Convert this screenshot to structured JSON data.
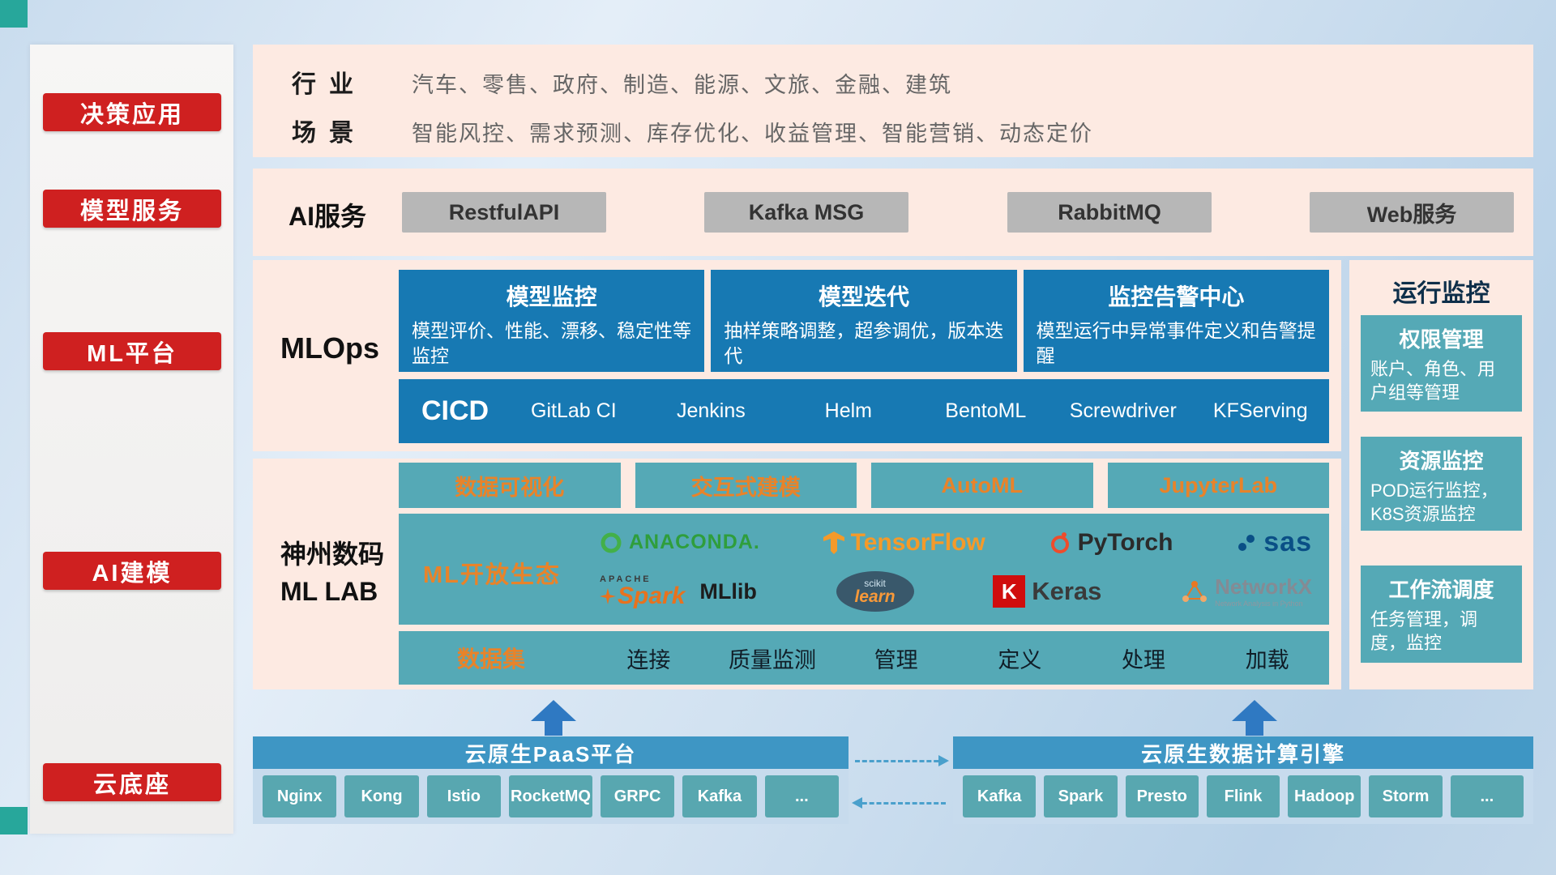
{
  "sidebar": {
    "items": [
      "决策应用",
      "模型服务",
      "ML平台",
      "AI建模",
      "云底座"
    ]
  },
  "industry": {
    "row1_label": "行业",
    "row1_content": "汽车、零售、政府、制造、能源、文旅、金融、建筑",
    "row2_label": "场景",
    "row2_content": "智能风控、需求预测、库存优化、收益管理、智能营销、动态定价"
  },
  "ai_service": {
    "label": "AI服务",
    "services": [
      "RestfulAPI",
      "Kafka MSG",
      "RabbitMQ",
      "Web服务"
    ]
  },
  "mlops": {
    "label": "MLOps",
    "cards": [
      {
        "title": "模型监控",
        "desc": "模型评价、性能、漂移、稳定性等监控"
      },
      {
        "title": "模型迭代",
        "desc": "抽样策略调整，超参调优，版本迭代"
      },
      {
        "title": "监控告警中心",
        "desc": "模型运行中异常事件定义和告警提醒"
      }
    ],
    "cicd_label": "CICD",
    "cicd_tools": [
      "GitLab CI",
      "Jenkins",
      "Helm",
      "BentoML",
      "Screwdriver",
      "KFServing"
    ]
  },
  "mllab": {
    "label_line1": "神州数码",
    "label_line2": "ML LAB",
    "tools": [
      "数据可视化",
      "交互式建模",
      "AutoML",
      "JupyterLab"
    ],
    "eco_label": "ML开放生态",
    "logos": {
      "anaconda": "ANACONDA.",
      "tensorflow": "TensorFlow",
      "pytorch": "PyTorch",
      "sas": "sas",
      "apache": "APACHE",
      "spark": "Spark",
      "mllib": "MLlib",
      "scikit": "scikit",
      "learn": "learn",
      "keras_k": "K",
      "keras": "Keras",
      "networkx": "NetworkX",
      "networkx_sub": "Network Analysis in Python"
    },
    "dataset_label": "数据集",
    "dataset_items": [
      "连接",
      "质量监测",
      "管理",
      "定义",
      "处理",
      "加载"
    ]
  },
  "monitor": {
    "title": "运行监控",
    "cards": [
      {
        "title": "权限管理",
        "desc": "账户、角色、用户组等管理"
      },
      {
        "title": "资源监控",
        "desc": "POD运行监控，K8S资源监控"
      },
      {
        "title": "工作流调度",
        "desc": "任务管理，调度，监控"
      }
    ]
  },
  "cloud": {
    "paas_title": "云原生PaaS平台",
    "paas_items": [
      "Nginx",
      "Kong",
      "Istio",
      "RocketMQ",
      "GRPC",
      "Kafka",
      "..."
    ],
    "engine_title": "云原生数据计算引擎",
    "engine_items": [
      "Kafka",
      "Spark",
      "Presto",
      "Flink",
      "Hadoop",
      "Storm",
      "..."
    ]
  }
}
